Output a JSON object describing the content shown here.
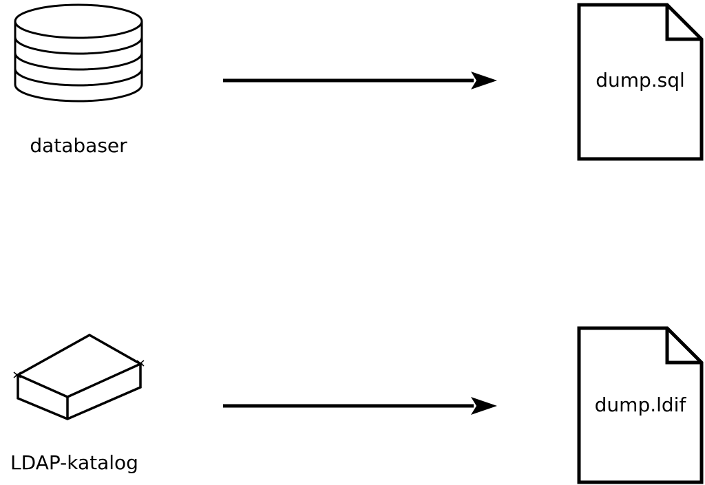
{
  "colors": {
    "background": "#ffffff",
    "line": "#000000",
    "text": "#000000"
  },
  "rows": [
    {
      "source": {
        "icon": "database-cylinder-icon",
        "label": "databaser"
      },
      "connector": {
        "icon": "arrow-right-icon"
      },
      "target": {
        "icon": "document-icon",
        "label": "dump.sql"
      }
    },
    {
      "source": {
        "icon": "box-icon",
        "label": "LDAP-katalog"
      },
      "connector": {
        "icon": "arrow-right-icon"
      },
      "target": {
        "icon": "document-icon",
        "label": "dump.ldif"
      }
    }
  ]
}
